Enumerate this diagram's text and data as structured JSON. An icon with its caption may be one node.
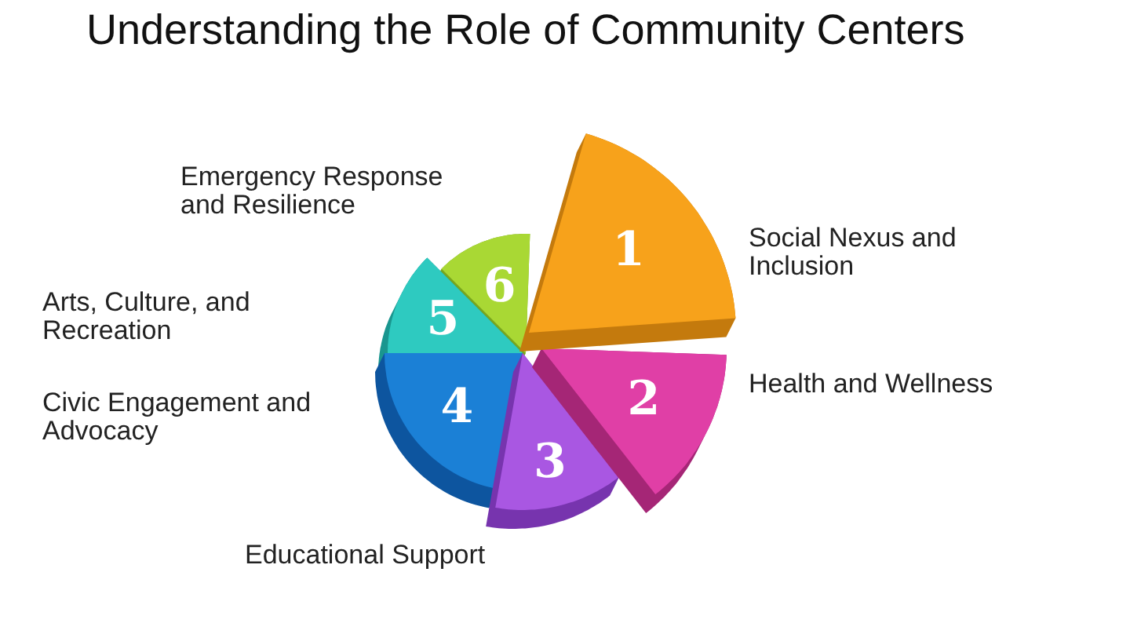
{
  "diagram": {
    "title": "Understanding the Role of Community Centers",
    "nodes": [
      {
        "text": [
          "1"
        ],
        "beside": [
          "Social Nexus and Inclusion"
        ]
      },
      {
        "text": [
          "2"
        ],
        "beside": [
          "Health and Wellness"
        ]
      },
      {
        "text": [
          "3"
        ],
        "beside": [
          "Educational Support"
        ]
      },
      {
        "text": [
          "4"
        ],
        "beside": [
          "Civic Engagement and Advocacy"
        ]
      },
      {
        "text": [
          "5"
        ]
      },
      {
        "text": [
          "6"
        ],
        "beside": [
          "Emergency Response and Resilience"
        ]
      }
    ],
    "labels": [
      "Arts, Culture, and Recreation"
    ]
  }
}
